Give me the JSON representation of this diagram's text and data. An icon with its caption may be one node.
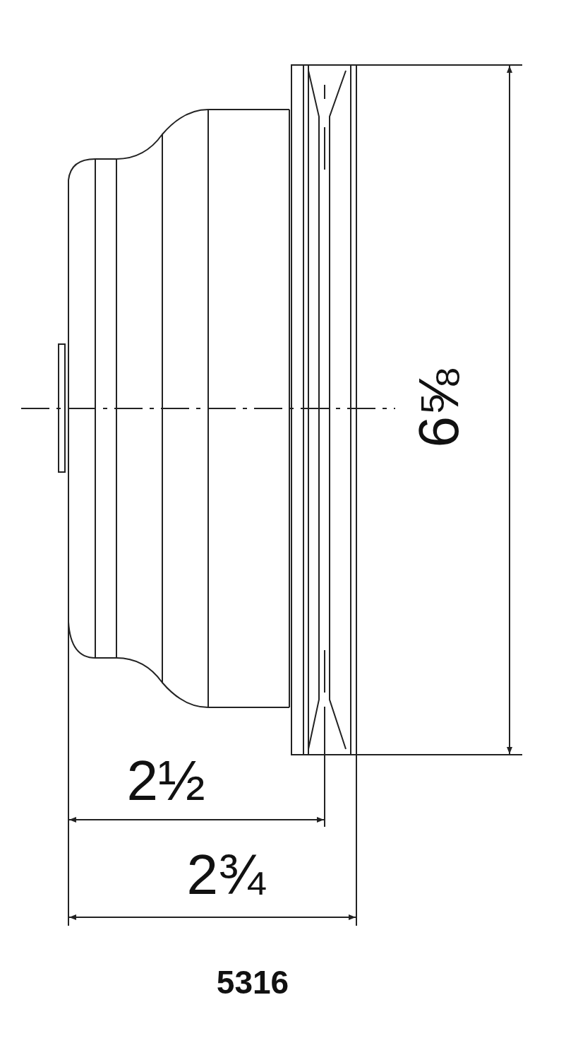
{
  "diagram": {
    "labels": [
      "6⅝",
      "2½",
      "2¾",
      "5316"
    ]
  }
}
